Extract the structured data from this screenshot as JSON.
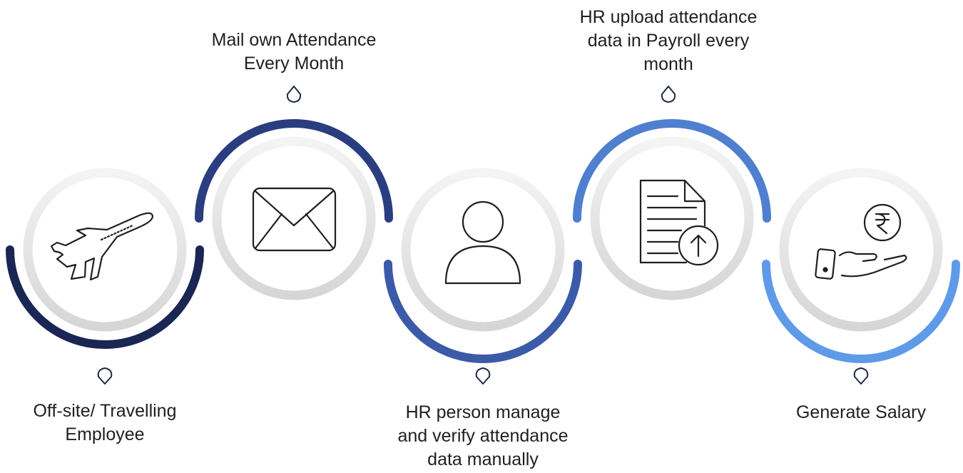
{
  "steps": [
    {
      "label": "Off-site/ Travelling\nEmployee",
      "icon": "airplane-icon",
      "arc_color": "#1a2654"
    },
    {
      "label": "Mail own Attendance\nEvery Month",
      "icon": "envelope-icon",
      "arc_color": "#2a3d80"
    },
    {
      "label": "HR person manage\nand verify attendance\ndata manually",
      "icon": "user-icon",
      "arc_color": "#3b5ba8"
    },
    {
      "label": "HR upload attendance\ndata in Payroll every\nmonth",
      "icon": "document-upload-icon",
      "arc_color": "#4f7fce"
    },
    {
      "label": "Generate Salary",
      "icon": "salary-hand-rupee-icon",
      "arc_color": "#5f9ae8"
    }
  ],
  "colors": {
    "ring_outer": "#f1f1f1",
    "ring_shadow": "#d9d9d9",
    "icon_stroke": "#1f1f1f",
    "marker_stroke": "#1f2a44"
  }
}
